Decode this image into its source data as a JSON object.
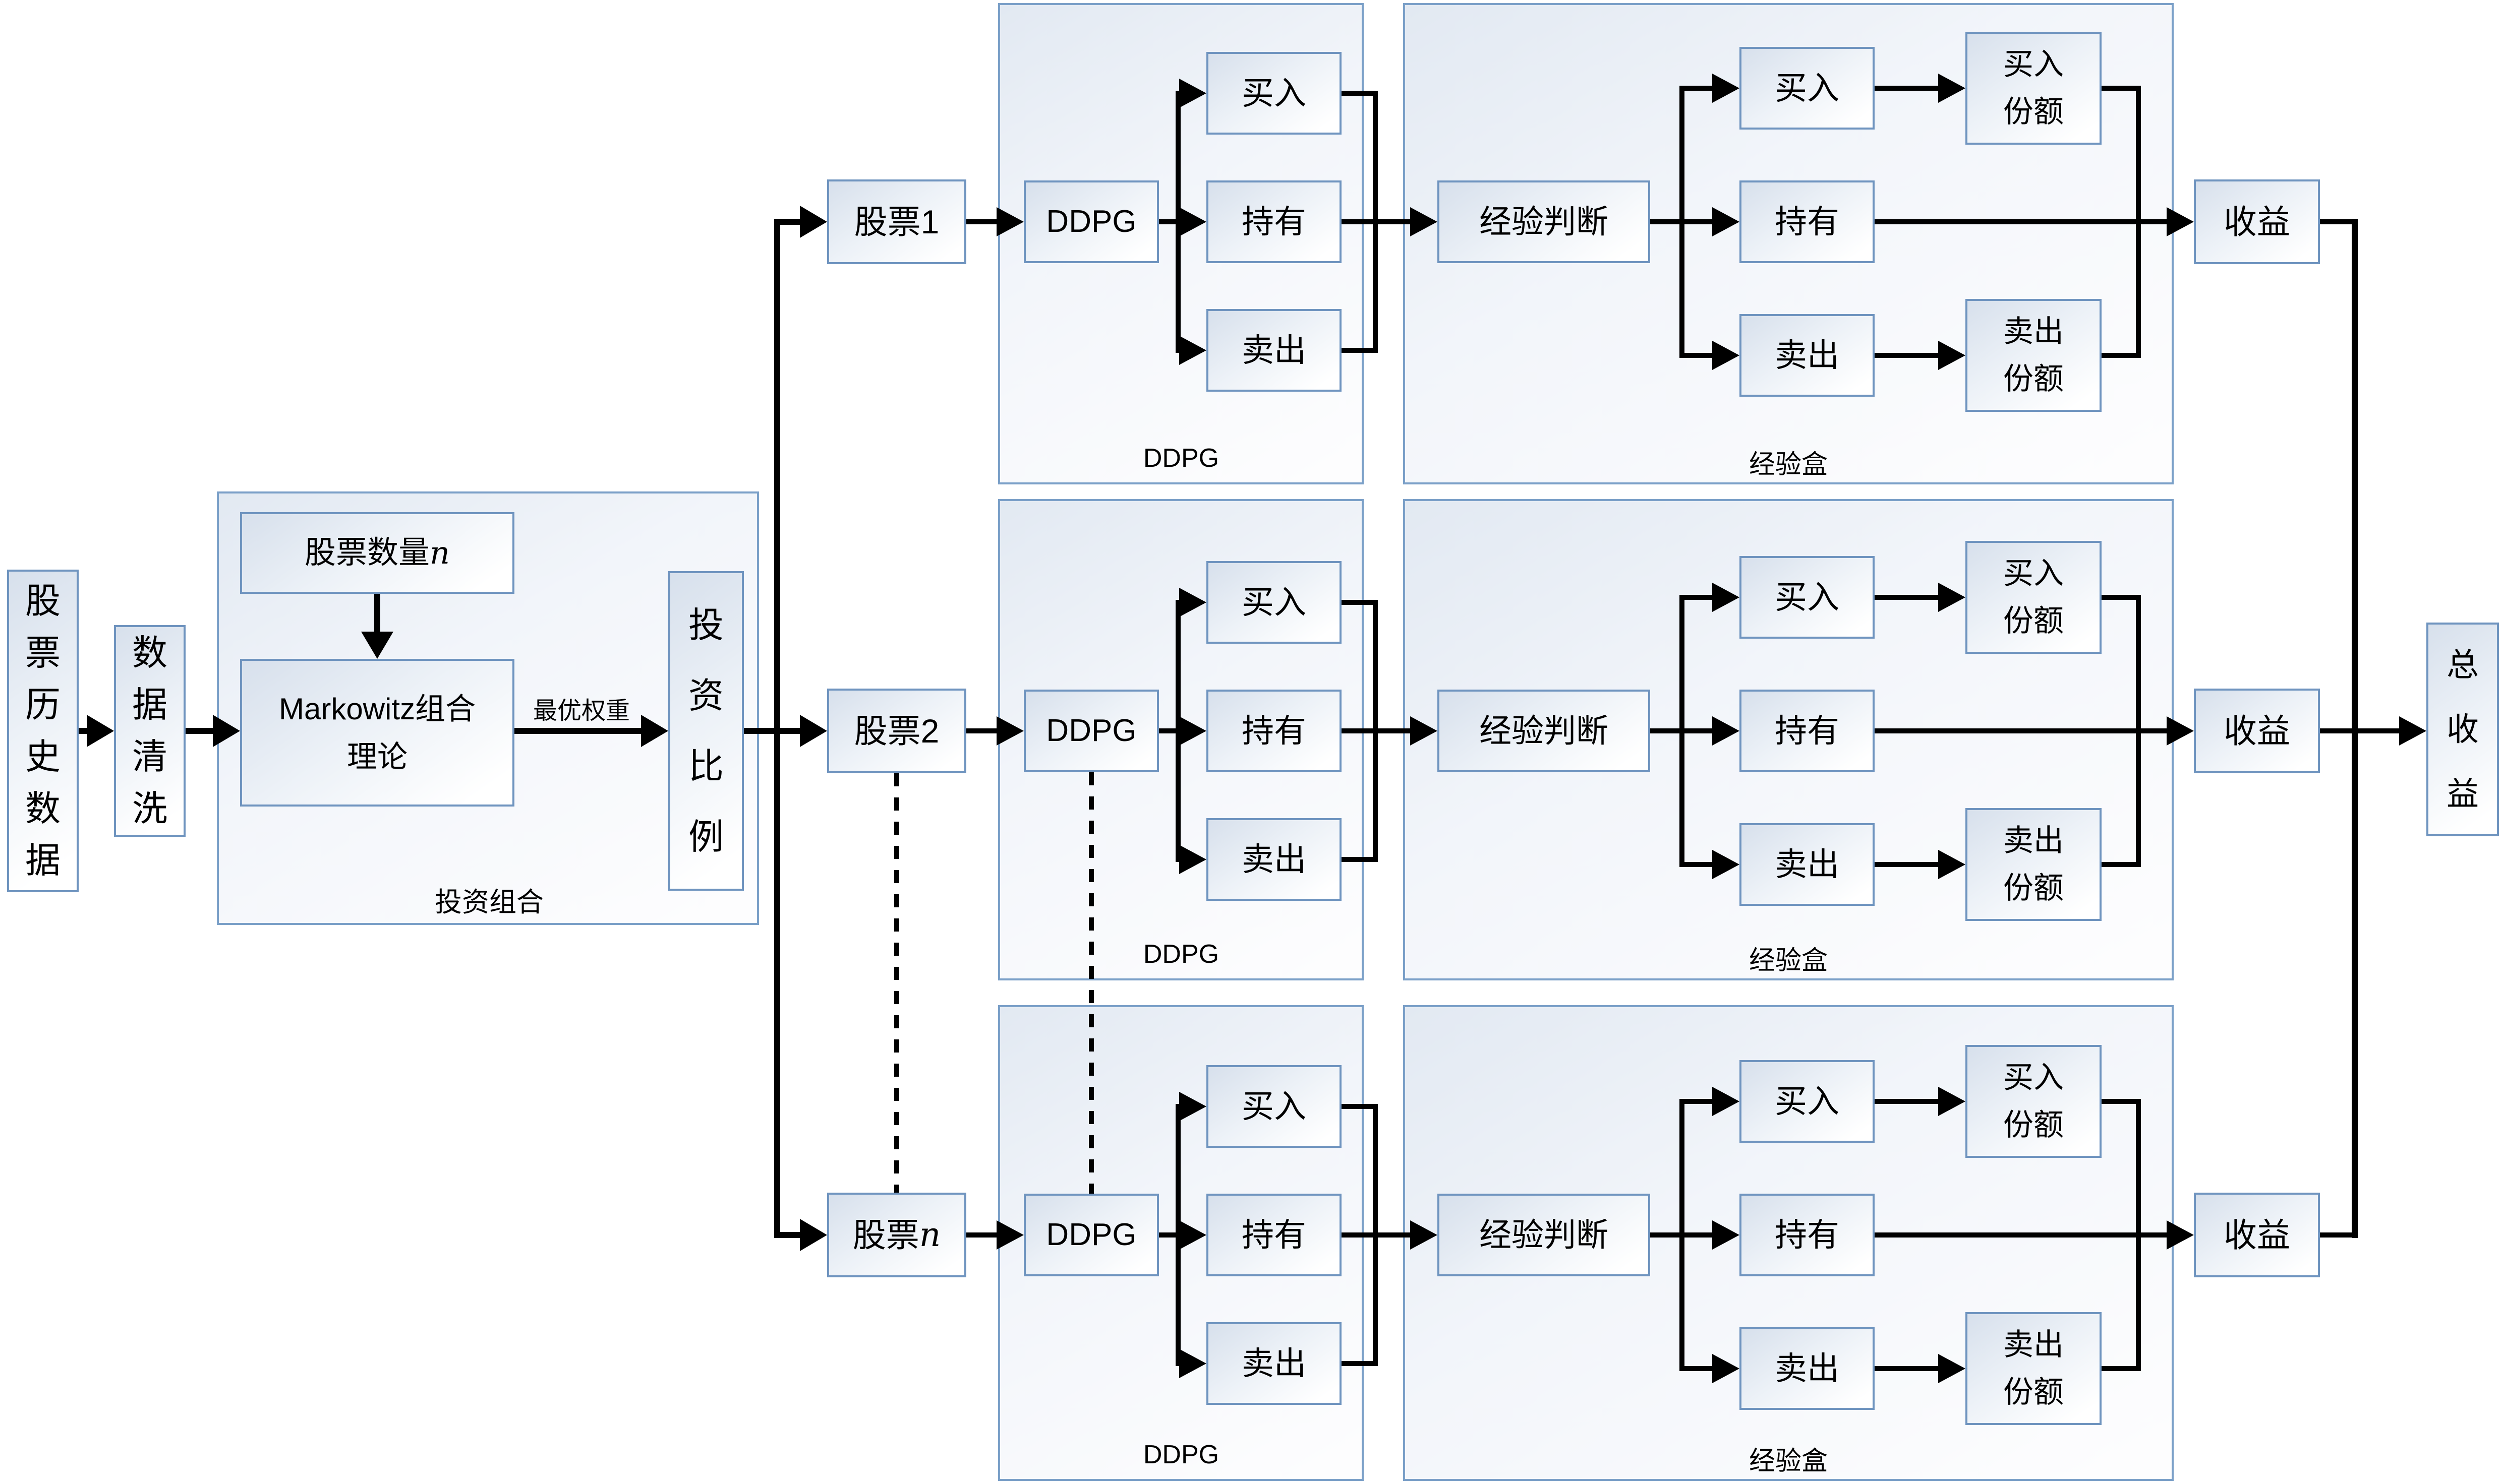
{
  "left_flow": {
    "history": "股\n票\n历\n史\n数\n据",
    "clean": "数\n据\n清\n洗",
    "portfolio_group_label": "投资组合",
    "stock_count": {
      "label": "股票数量",
      "suffix_italic": "n"
    },
    "markowitz": "Markowitz组合\n理论",
    "weight_label": "最优权重",
    "ratio": "投\n资\n比\n例"
  },
  "rows": [
    {
      "stock": {
        "label": "股票",
        "suffix": "1",
        "suffix_italic": ""
      },
      "ddpg": "DDPG",
      "ddpg_group_label": "DDPG",
      "actions": {
        "buy": "买入",
        "hold": "持有",
        "sell": "卖出"
      },
      "exp": {
        "judge": "经验判断",
        "buy": "买入",
        "hold": "持有",
        "sell": "卖出",
        "buy_share": "买入\n份额",
        "sell_share": "卖出\n份额",
        "group_label": "经验盒"
      },
      "income": "收益"
    },
    {
      "stock": {
        "label": "股票",
        "suffix": "2",
        "suffix_italic": ""
      },
      "ddpg": "DDPG",
      "ddpg_group_label": "DDPG",
      "actions": {
        "buy": "买入",
        "hold": "持有",
        "sell": "卖出"
      },
      "exp": {
        "judge": "经验判断",
        "buy": "买入",
        "hold": "持有",
        "sell": "卖出",
        "buy_share": "买入\n份额",
        "sell_share": "卖出\n份额",
        "group_label": "经验盒"
      },
      "income": "收益"
    },
    {
      "stock": {
        "label": "股票",
        "suffix": "",
        "suffix_italic": "n"
      },
      "ddpg": "DDPG",
      "ddpg_group_label": "DDPG",
      "actions": {
        "buy": "买入",
        "hold": "持有",
        "sell": "卖出"
      },
      "exp": {
        "judge": "经验判断",
        "buy": "买入",
        "hold": "持有",
        "sell": "卖出",
        "buy_share": "买入\n份额",
        "sell_share": "卖出\n份额",
        "group_label": "经验盒"
      },
      "income": "收益"
    }
  ],
  "total_income": "总\n收\n益",
  "colors": {
    "box_border": "#6f94bf",
    "group_border": "#7ba0c8",
    "box_fill_top": "#d7e0ec",
    "box_fill_bottom": "#ffffff",
    "line": "#000000",
    "text": "#000000",
    "background": "#ffffff"
  }
}
